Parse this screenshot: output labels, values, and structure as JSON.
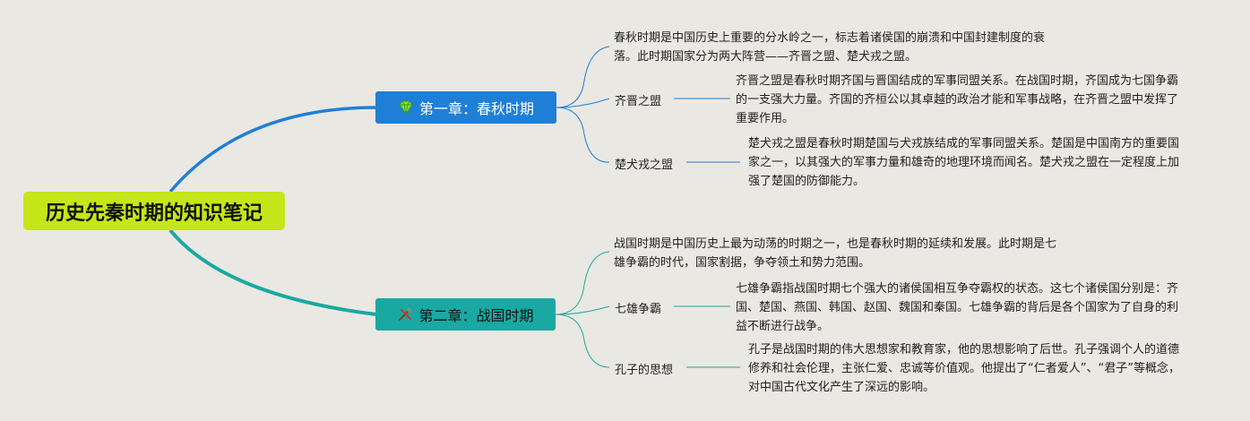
{
  "root": {
    "title": "历史先秦时期的知识笔记"
  },
  "chapters": [
    {
      "title": "第一章：春秋时期",
      "icon": "diamond-icon",
      "intro": "春秋时期是中国历史上重要的分水岭之一，标志着诸侯国的崩溃和中国封建制度的衰落。此时期国家分为两大阵营——齐晋之盟、楚犬戎之盟。",
      "topics": [
        {
          "label": "齐晋之盟",
          "text": "齐晋之盟是春秋时期齐国与晋国结成的军事同盟关系。在战国时期，齐国成为七国争霸的一支强大力量。齐国的齐桓公以其卓越的政治才能和军事战略，在齐晋之盟中发挥了重要作用。"
        },
        {
          "label": "楚犬戎之盟",
          "text": "楚犬戎之盟是春秋时期楚国与犬戎族结成的军事同盟关系。楚国是中国南方的重要国家之一，以其强大的军事力量和雄奇的地理环境而闻名。楚犬戎之盟在一定程度上加强了楚国的防御能力。"
        }
      ]
    },
    {
      "title": "第二章：战国时期",
      "icon": "crossed-tools-icon",
      "intro": "战国时期是中国历史上最为动荡的时期之一，也是春秋时期的延续和发展。此时期是七雄争霸的时代，国家割据，争夺领土和势力范围。",
      "topics": [
        {
          "label": "七雄争霸",
          "text": "七雄争霸指战国时期七个强大的诸侯国相互争夺霸权的状态。这七个诸侯国分别是：齐国、楚国、燕国、韩国、赵国、魏国和秦国。七雄争霸的背后是各个国家为了自身的利益不断进行战争。"
        },
        {
          "label": "孔子的思想",
          "text": "孔子是战国时期的伟大思想家和教育家，他的思想影响了后世。孔子强调个人的道德修养和社会伦理，主张仁爱、忠诚等价值观。他提出了“仁者爱人”、“君子”等概念，对中国古代文化产生了深远的影响。"
        }
      ]
    }
  ],
  "colors": {
    "ch1": "#1f7fd6",
    "ch2": "#19a9a2",
    "root": "#c5e619",
    "background": "#eae8e2"
  }
}
